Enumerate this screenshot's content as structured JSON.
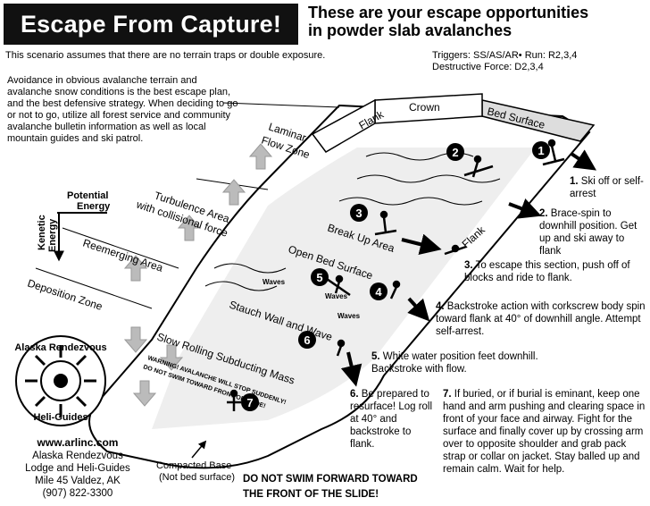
{
  "header": {
    "title": "Escape From Capture!",
    "subtitle_line1": "These are your escape opportunities",
    "subtitle_line2": "in powder slab avalanches"
  },
  "intro": {
    "assumption": "This scenario assumes that there are no terrain traps or double exposure.",
    "triggers": "Triggers: SS/AS/AR• Run: R2,3,4",
    "force": "Destructive Force: D2,3,4",
    "advice": "Avoidance in obvious avalanche terrain and avalanche snow conditions is the best escape plan, and the best defensive strategy. When deciding to go or not to go, utilize all forest service and community avalanche bulletin information as well as local mountain guides and ski patrol."
  },
  "diagram_labels": {
    "flank_top": "Flank",
    "crown": "Crown",
    "bed_surface": "Bed Surface",
    "flank_right": "Flank",
    "laminar_line1": "Laminar",
    "laminar_line2": "Flow Zone",
    "turbulence_line1": "Turbulence Area",
    "turbulence_line2": "with collisional force",
    "reemerging": "Reemerging Area",
    "deposition": "Deposition Zone",
    "break_up": "Break Up Area",
    "open_bed": "Open Bed Surface",
    "stauch": "Stauch Wall and Wave",
    "waves": "Waves",
    "slow_rolling": "Slow Rolling Subducting Mass",
    "warning_line1": "WARNING! AVALANCHE WILL STOP SUDDENLY!",
    "warning_line2": "DO NOT SWIM TOWARD FRONT OF SLIDE!",
    "potential_line1": "Potential",
    "potential_line2": "Energy",
    "kinetic_line1": "Kenetic",
    "kinetic_line2": "Energy",
    "compacted_line1": "Compacted Base",
    "compacted_line2": "(Not bed surface)"
  },
  "logo": {
    "top_text": "Alaska Rendezvous",
    "bottom_text": "Heli-Guides"
  },
  "steps": [
    {
      "num": "1",
      "bold": "1.",
      "text": " Ski off or self-arrest"
    },
    {
      "num": "2",
      "bold": "2.",
      "text": " Brace-spin to downhill position. Get up and ski away to flank"
    },
    {
      "num": "3",
      "bold": "3.",
      "text": " To escape this section, push off of blocks and ride to flank."
    },
    {
      "num": "4",
      "bold": "4.",
      "text": " Backstroke action with corkscrew body spin toward flank at 40° of downhill angle. Attempt self-arrest."
    },
    {
      "num": "5",
      "bold": "5.",
      "text": " White water position feet downhill. Backstroke with flow."
    },
    {
      "num": "6",
      "bold": "6.",
      "text": " Be prepared to resurface! Log roll at 40° and backstroke to flank."
    },
    {
      "num": "7",
      "bold": "7.",
      "text": " If buried, or if burial is eminant, keep one hand and arm pushing and clearing space in front of your face and airway. Fight for the surface and finally cover up by crossing arm over to opposite shoulder and grab pack strap or collar on jacket. Stay balled up and remain calm. Wait for help."
    }
  ],
  "contact": {
    "url": "www.arlinc.com",
    "line1": "Alaska Rendezvous",
    "line2": "Lodge and Heli-Guides",
    "line3": "Mile 45 Valdez, AK",
    "phone": "(907) 822-3300"
  },
  "bottom_warning_line1": "DO NOT SWIM FORWARD TOWARD",
  "bottom_warning_line2": "THE FRONT OF THE SLIDE!"
}
